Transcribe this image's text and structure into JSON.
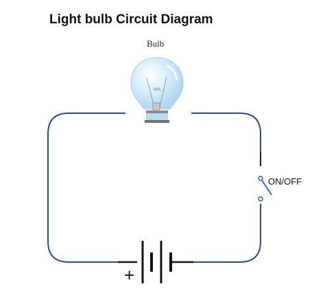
{
  "title": "Light bulb Circuit Diagram",
  "components": {
    "bulb": {
      "label": "Bulb",
      "glass_color": "#cfe9f7",
      "base_color": "#7a7a7a"
    },
    "switch": {
      "label": "ON/OFF",
      "state": "open"
    },
    "battery": {
      "polarity_mark": "+"
    }
  },
  "colors": {
    "wire": "#2b4a8b",
    "switch_blue": "#2e6cc7",
    "battery": "#111111"
  }
}
